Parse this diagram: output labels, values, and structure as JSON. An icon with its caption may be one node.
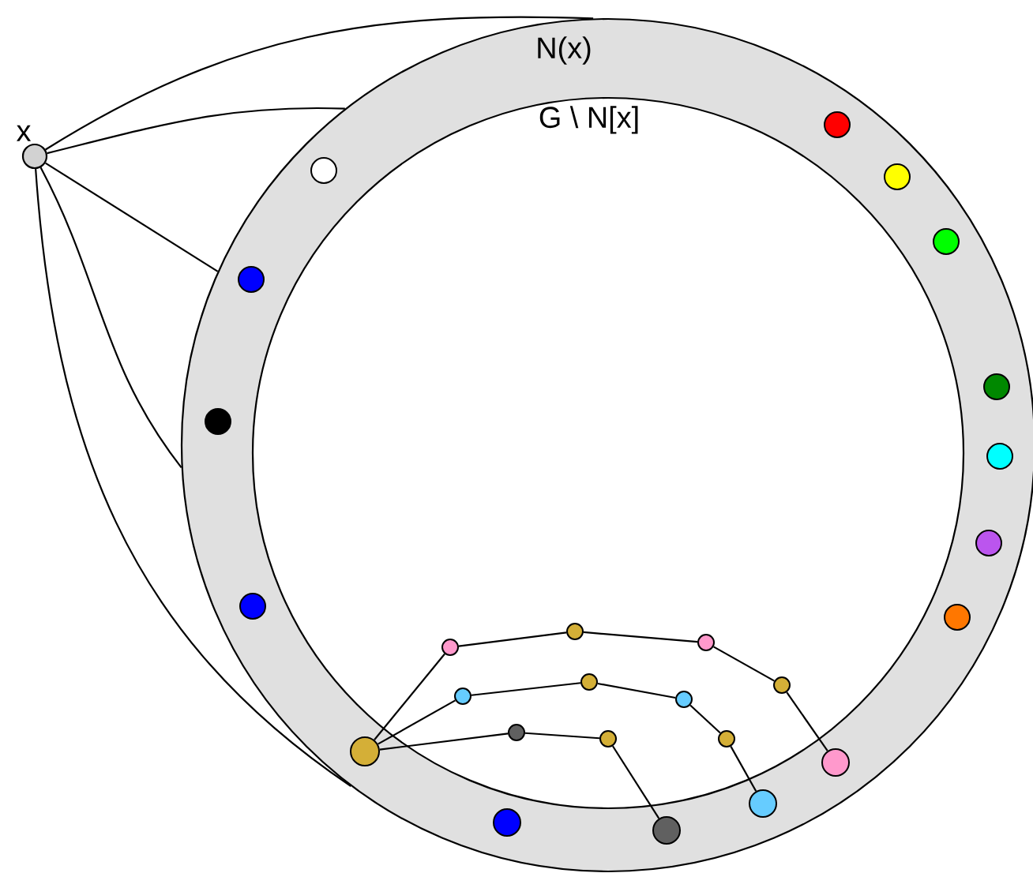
{
  "diagram": {
    "nodes": [
      {
        "text": [
          "x"
        ]
      },
      {
        "text": [
          "N(x)"
        ]
      },
      {
        "text": [
          "G \\ N[x]"
        ],
        "in": 1
      },
      {
        "text": [],
        "shape": "circle",
        "in": 1
      },
      {
        "text": [],
        "shape": "circle",
        "in": 1
      },
      {
        "text": [],
        "shape": "circle",
        "in": 1
      },
      {
        "text": [],
        "shape": "circle",
        "in": 1
      },
      {
        "text": [],
        "shape": "circle",
        "in": 1
      },
      {
        "text": [],
        "shape": "circle",
        "in": 1
      },
      {
        "text": [],
        "shape": "circle",
        "in": 1
      },
      {
        "text": [],
        "shape": "circle",
        "in": 1
      },
      {
        "text": [],
        "shape": "circle",
        "in": 1
      },
      {
        "text": [],
        "shape": "circle",
        "in": 1
      },
      {
        "text": [],
        "shape": "circle",
        "in": 1
      },
      {
        "text": [],
        "shape": "circle",
        "in": 1
      },
      {
        "text": [],
        "shape": "circle",
        "in": 1
      },
      {
        "text": [],
        "shape": "circle",
        "in": 1
      },
      {
        "text": [],
        "shape": "circle",
        "in": 1
      },
      {
        "text": [],
        "shape": "circle",
        "in": 1
      },
      {
        "text": [],
        "shape": "circle",
        "in": 2
      },
      {
        "text": [],
        "shape": "circle",
        "in": 2
      },
      {
        "text": [],
        "shape": "circle",
        "in": 2
      },
      {
        "text": [],
        "shape": "circle",
        "in": 2
      },
      {
        "text": [],
        "shape": "circle",
        "in": 2
      },
      {
        "text": [],
        "shape": "circle",
        "in": 2
      },
      {
        "text": [],
        "shape": "circle",
        "in": 2
      },
      {
        "text": [],
        "shape": "circle",
        "in": 2
      },
      {
        "text": [],
        "shape": "circle",
        "in": 2
      },
      {
        "text": [],
        "shape": "circle",
        "in": 2
      }
    ],
    "edges": [
      {
        "from": 0,
        "to": 1,
        "arrow": "none"
      },
      {
        "from": 0,
        "to": 1,
        "arrow": "none"
      },
      {
        "from": 0,
        "to": 1,
        "arrow": "none"
      },
      {
        "from": 0,
        "to": 1,
        "arrow": "none"
      },
      {
        "from": 0,
        "to": 1,
        "arrow": "none"
      },
      {
        "from": 7,
        "to": 19,
        "arrow": "none"
      },
      {
        "from": 19,
        "to": 20,
        "arrow": "none"
      },
      {
        "from": 20,
        "to": 21,
        "arrow": "none"
      },
      {
        "from": 21,
        "to": 22,
        "arrow": "none"
      },
      {
        "from": 22,
        "to": 11,
        "arrow": "none"
      },
      {
        "from": 7,
        "to": 23,
        "arrow": "none"
      },
      {
        "from": 23,
        "to": 24,
        "arrow": "none"
      },
      {
        "from": 24,
        "to": 25,
        "arrow": "none"
      },
      {
        "from": 25,
        "to": 26,
        "arrow": "none"
      },
      {
        "from": 26,
        "to": 10,
        "arrow": "none"
      },
      {
        "from": 7,
        "to": 27,
        "arrow": "none"
      },
      {
        "from": 27,
        "to": 28,
        "arrow": "none"
      },
      {
        "from": 28,
        "to": 9,
        "arrow": "none"
      }
    ]
  }
}
